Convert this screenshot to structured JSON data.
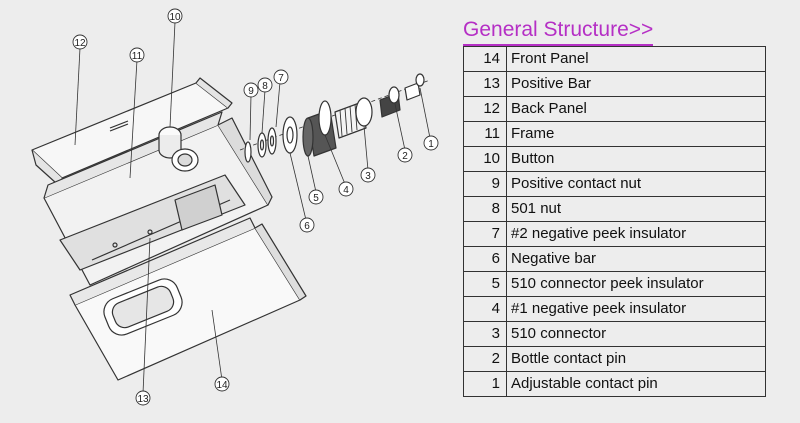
{
  "title": "General Structure>>",
  "parts": [
    {
      "num": "14",
      "name": "Front Panel"
    },
    {
      "num": "13",
      "name": "Positive Bar"
    },
    {
      "num": "12",
      "name": "Back Panel"
    },
    {
      "num": "11",
      "name": "Frame"
    },
    {
      "num": "10",
      "name": "Button"
    },
    {
      "num": "9",
      "name": "Positive contact nut"
    },
    {
      "num": "8",
      "name": "501 nut"
    },
    {
      "num": "7",
      "name": "#2 negative peek insulator"
    },
    {
      "num": "6",
      "name": "Negative bar"
    },
    {
      "num": "5",
      "name": "510 connector peek insulator"
    },
    {
      "num": "4",
      "name": "#1 negative peek insulator"
    },
    {
      "num": "3",
      "name": "510 connector"
    },
    {
      "num": "2",
      "name": "Bottle contact pin"
    },
    {
      "num": "1",
      "name": "Adjustable contact pin"
    }
  ],
  "callouts": [
    "12",
    "11",
    "10",
    "9",
    "8",
    "7",
    "1",
    "2",
    "3",
    "4",
    "5",
    "6",
    "13",
    "14"
  ],
  "colors": {
    "title": "#b52fc5",
    "line": "#333333",
    "background": "#ededed"
  }
}
